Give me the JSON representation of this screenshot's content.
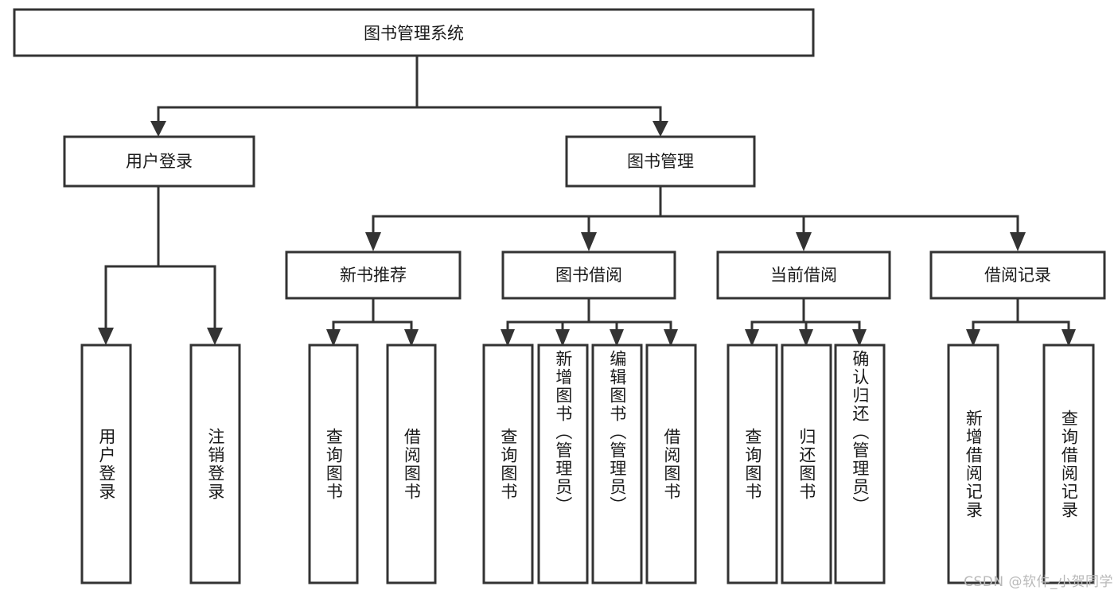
{
  "diagram": {
    "title": "图书管理系统",
    "type": "tree",
    "orientation": "top-down",
    "theme": {
      "background": "#ffffff",
      "box_fill": "#ffffff",
      "box_stroke": "#333333",
      "text_color": "#1a1a1a",
      "watermark_color": "#b9b9b9"
    },
    "watermark": "CSDN @软件_小贺同学",
    "nodes": {
      "root": {
        "label": "图书管理系统",
        "level": 0
      },
      "level1": [
        {
          "id": "user-login",
          "label": "用户登录"
        },
        {
          "id": "book-manage",
          "label": "图书管理"
        }
      ],
      "level2": [
        {
          "id": "new-book-rec",
          "label": "新书推荐",
          "parent": "book-manage"
        },
        {
          "id": "book-borrow",
          "label": "图书借阅",
          "parent": "book-manage"
        },
        {
          "id": "current-borrow",
          "label": "当前借阅",
          "parent": "book-manage"
        },
        {
          "id": "borrow-record",
          "label": "借阅记录",
          "parent": "book-manage"
        }
      ],
      "leaves": [
        {
          "id": "leaf-user-login",
          "label": "用户登录",
          "parent": "user-login"
        },
        {
          "id": "leaf-logout",
          "label": "注销登录",
          "parent": "user-login"
        },
        {
          "id": "leaf-query-book-rec",
          "label": "查询图书",
          "parent": "new-book-rec"
        },
        {
          "id": "leaf-borrow-book-rec",
          "label": "借阅图书",
          "parent": "new-book-rec"
        },
        {
          "id": "leaf-query-book-borrow",
          "label": "查询图书",
          "parent": "book-borrow"
        },
        {
          "id": "leaf-add-book",
          "label": "新增图书（管理员）",
          "parent": "book-borrow"
        },
        {
          "id": "leaf-edit-book",
          "label": "编辑图书（管理员）",
          "parent": "book-borrow"
        },
        {
          "id": "leaf-borrow-book",
          "label": "借阅图书",
          "parent": "book-borrow"
        },
        {
          "id": "leaf-query-book-cur",
          "label": "查询图书",
          "parent": "current-borrow"
        },
        {
          "id": "leaf-return-book",
          "label": "归还图书",
          "parent": "current-borrow"
        },
        {
          "id": "leaf-confirm-return",
          "label": "确认归还（管理员）",
          "parent": "current-borrow"
        },
        {
          "id": "leaf-add-record",
          "label": "新增借阅记录",
          "parent": "borrow-record"
        },
        {
          "id": "leaf-query-record",
          "label": "查询借阅记录",
          "parent": "borrow-record"
        }
      ]
    }
  }
}
